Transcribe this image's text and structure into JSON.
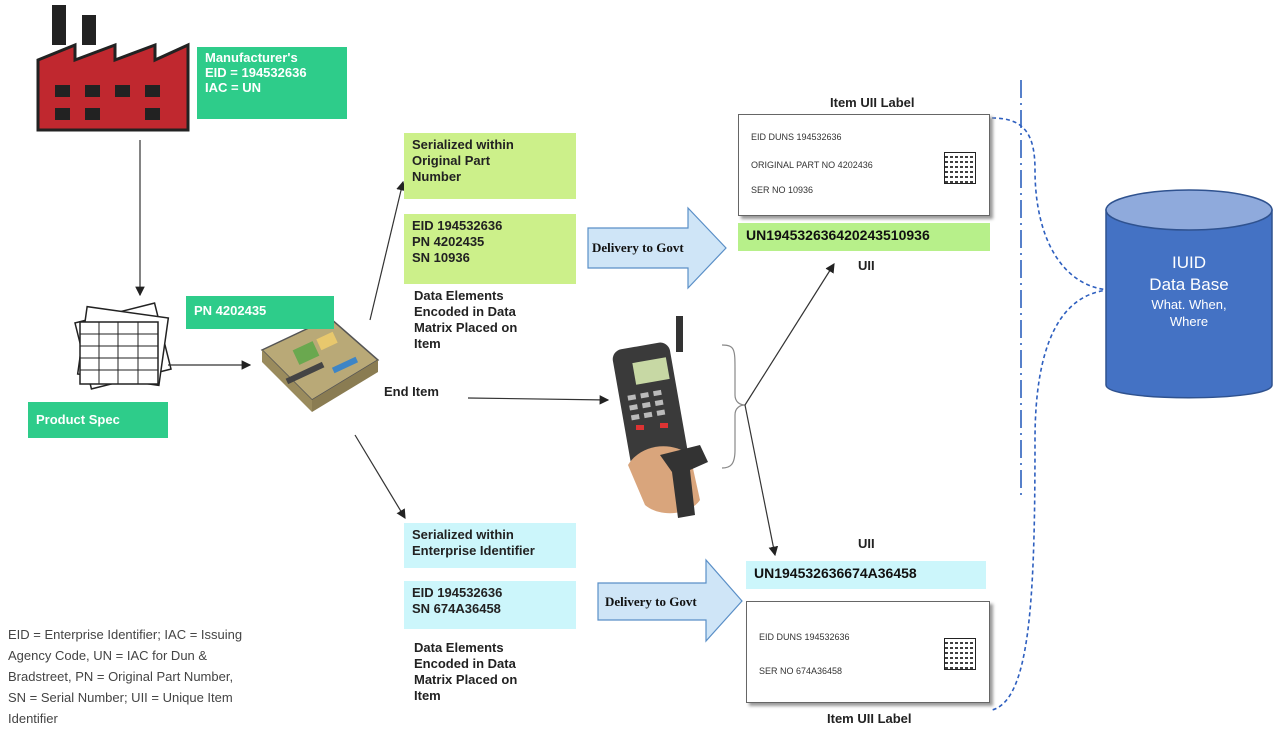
{
  "manufacturer": {
    "name": "Manufacturer's",
    "eid": "EID = 194532636",
    "iac": "IAC = UN"
  },
  "product_spec": "Product Spec",
  "part_number": "PN 4202435",
  "end_item": "End Item",
  "top_path": {
    "serialized": [
      "Serialized within",
      "Original Part",
      "Number"
    ],
    "data_lines": [
      "EID 194532636",
      "PN 4202435",
      "SN 10936"
    ],
    "encoded": [
      "Data Elements",
      "Encoded  in Data",
      "Matrix Placed on",
      "Item"
    ],
    "delivery": "Delivery to Govt",
    "label_title": "Item UII Label",
    "label_lines": [
      "EID DUNS 194532636",
      "ORIGINAL PART NO 4202436",
      "SER NO 10936"
    ],
    "uii_value": "UN194532636420243510936",
    "uii_caption": "UII"
  },
  "bottom_path": {
    "serialized": [
      "Serialized within",
      "Enterprise Identifier"
    ],
    "data_lines": [
      "EID 194532636",
      "SN 674A36458"
    ],
    "encoded": [
      "Data Elements",
      "Encoded  in Data",
      "Matrix Placed on",
      "Item"
    ],
    "delivery": "Delivery to Govt",
    "uii_caption": "UII",
    "uii_value": "UN194532636674A36458",
    "label_lines": [
      "EID DUNS 194532636",
      "SER NO 674A36458"
    ],
    "label_title": "Item UII Label"
  },
  "database": {
    "line1": "IUID",
    "line2": "Data Base",
    "line3": "What. When,",
    "line4": "Where"
  },
  "legend": [
    "EID = Enterprise Identifier; IAC = Issuing",
    "Agency Code, UN = IAC for Dun &",
    "Bradstreet, PN = Original Part Number,",
    "SN = Serial Number; UII = Unique Item",
    "Identifier"
  ],
  "colors": {
    "green": "#2ecc8a",
    "lime": "#ccf08a",
    "cyan": "#ccf6fb",
    "db": "#4472c4",
    "factory": "#c0282f"
  }
}
